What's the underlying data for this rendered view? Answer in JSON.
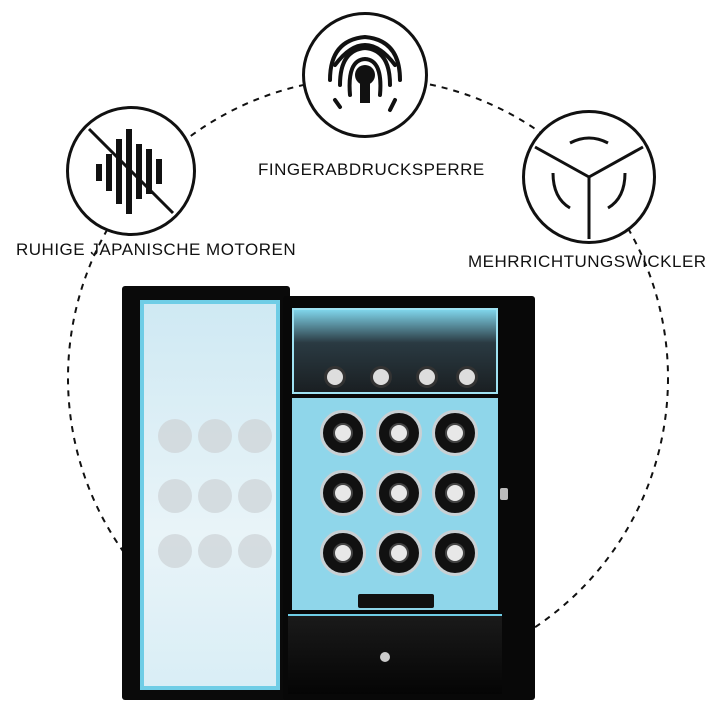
{
  "features": [
    {
      "label": "FINGERABDRUCKSPERRE",
      "icon": "fingerprint-lock-icon"
    },
    {
      "label": "RUHIGE JAPANISCHE MOTOREN",
      "icon": "no-sound-icon"
    },
    {
      "label": "MEHRRICHTUNGSWICKLER",
      "icon": "multi-direction-rotation-icon"
    }
  ],
  "colors": {
    "accent": "#8fd6ea",
    "cabinet": "#080808"
  }
}
